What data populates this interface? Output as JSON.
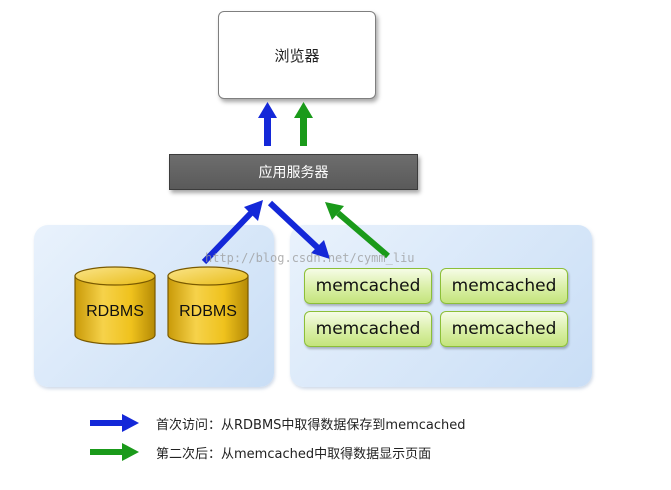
{
  "browser": {
    "label": "浏览器"
  },
  "app_server": {
    "label": "应用服务器"
  },
  "databases": [
    {
      "label": "RDBMS"
    },
    {
      "label": "RDBMS"
    }
  ],
  "memcached_nodes": [
    {
      "label": "memcached"
    },
    {
      "label": "memcached"
    },
    {
      "label": "memcached"
    },
    {
      "label": "memcached"
    }
  ],
  "watermark": "http://blog.csdn.net/cymm_liu",
  "legend": [
    {
      "label": "首次访问：从RDBMS中取得数据保存到memcached",
      "color": "#1428d8"
    },
    {
      "label": "第二次后：从memcached中取得数据显示页面",
      "color": "#1a9a1a"
    }
  ],
  "colors": {
    "first_access": "#1428d8",
    "second_access": "#1a9a1a",
    "db_fill": "#f0c419",
    "memcached_border": "#8cbf38"
  }
}
